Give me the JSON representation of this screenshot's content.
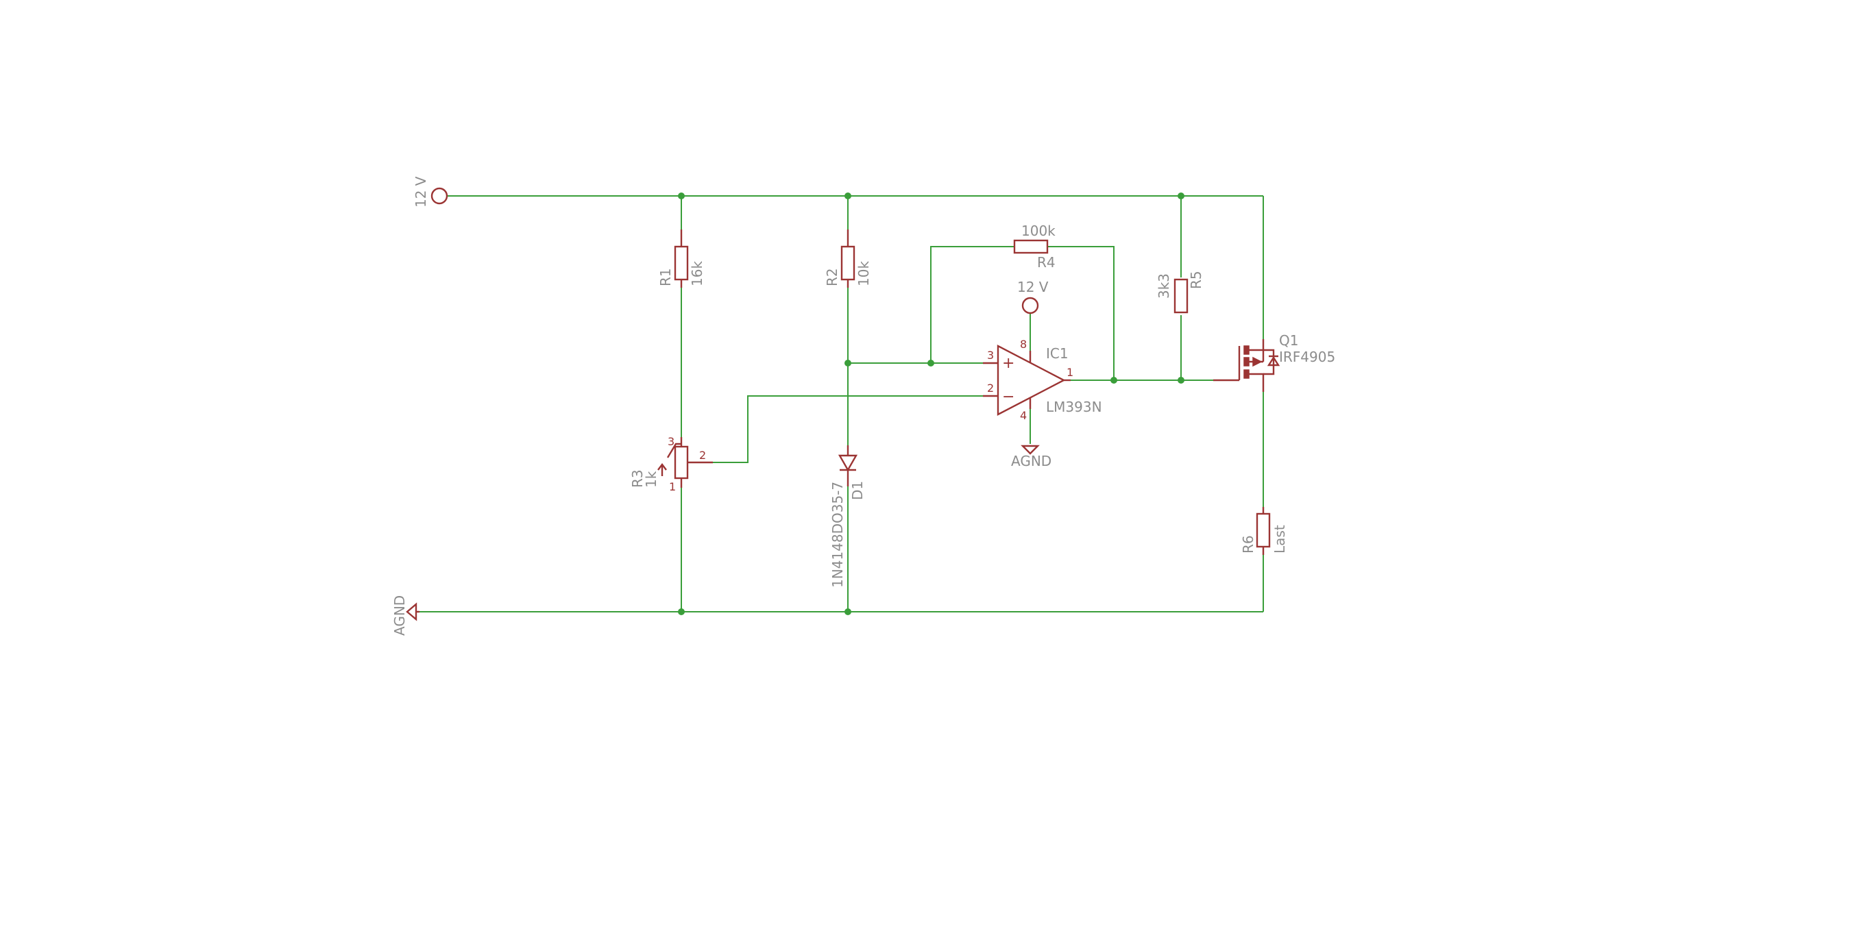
{
  "supply": {
    "top_label": "12 V",
    "ground_label": "AGND"
  },
  "R1": {
    "name": "R1",
    "value": "16k"
  },
  "R2": {
    "name": "R2",
    "value": "10k"
  },
  "R3": {
    "name": "R3",
    "value": "1k",
    "pin1": "1",
    "pin2": "2",
    "pin3": "3"
  },
  "R4": {
    "name": "R4",
    "value": "100k"
  },
  "R5": {
    "name": "R5",
    "value": "3k3"
  },
  "R6": {
    "name": "R6",
    "value": "Last"
  },
  "D1": {
    "name": "D1",
    "value": "1N4148DO35-7"
  },
  "IC1": {
    "name": "IC1",
    "value": "LM393N",
    "supply_label": "12 V",
    "ground_label": "AGND",
    "pin_plus": "3",
    "pin_minus": "2",
    "pin_out": "1",
    "pin_vcc": "8",
    "pin_gnd": "4",
    "plus_sign": "+",
    "minus_sign": "−"
  },
  "Q1": {
    "name": "Q1",
    "value": "IRF4905"
  }
}
